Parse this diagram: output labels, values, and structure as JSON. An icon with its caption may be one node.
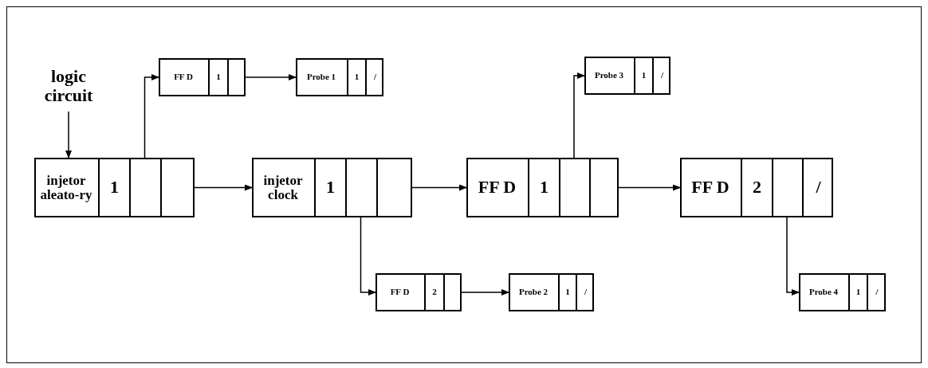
{
  "diagram": {
    "nodes": [
      {
        "text": [
          "logic circuit"
        ]
      },
      {
        "text": [],
        "shape": "box"
      },
      {
        "text": [
          "injetor aleato-ry"
        ],
        "in": 1
      },
      {
        "text": [
          "1"
        ],
        "in": 1
      },
      {
        "text": [],
        "shape": "box",
        "in": 1
      },
      {
        "text": [],
        "shape": "box",
        "in": 1
      },
      {
        "text": [],
        "shape": "box"
      },
      {
        "text": [
          "FF D"
        ],
        "in": 6
      },
      {
        "text": [
          "1"
        ],
        "in": 6
      },
      {
        "text": [],
        "shape": "box",
        "in": 6
      },
      {
        "text": [],
        "shape": "box"
      },
      {
        "text": [
          "Probe 1"
        ],
        "in": 10
      },
      {
        "text": [
          "1"
        ],
        "in": 10
      },
      {
        "text": [
          "/"
        ],
        "in": 10
      },
      {
        "text": [],
        "shape": "box"
      },
      {
        "text": [
          "injetor clock"
        ],
        "in": 14
      },
      {
        "text": [
          "1"
        ],
        "in": 14
      },
      {
        "text": [],
        "shape": "box",
        "in": 14
      },
      {
        "text": [],
        "shape": "box",
        "in": 14
      },
      {
        "text": [],
        "shape": "box"
      },
      {
        "text": [
          "FF D"
        ],
        "in": 19
      },
      {
        "text": [
          "2"
        ],
        "in": 19
      },
      {
        "text": [],
        "shape": "box",
        "in": 19
      },
      {
        "text": [],
        "shape": "box"
      },
      {
        "text": [
          "Probe 2"
        ],
        "in": 23
      },
      {
        "text": [
          "1"
        ],
        "in": 23
      },
      {
        "text": [
          "/"
        ],
        "in": 23
      },
      {
        "text": [],
        "shape": "box"
      },
      {
        "text": [
          "FF D"
        ],
        "in": 27
      },
      {
        "text": [
          "1"
        ],
        "in": 27
      },
      {
        "text": [],
        "shape": "box",
        "in": 27
      },
      {
        "text": [],
        "shape": "box",
        "in": 27
      },
      {
        "text": [],
        "shape": "box"
      },
      {
        "text": [
          "Probe 3"
        ],
        "in": 32
      },
      {
        "text": [
          "1"
        ],
        "in": 32
      },
      {
        "text": [
          "/"
        ],
        "in": 32
      },
      {
        "text": [],
        "shape": "box"
      },
      {
        "text": [
          "FF D"
        ],
        "in": 36
      },
      {
        "text": [
          "2"
        ],
        "in": 36
      },
      {
        "text": [],
        "shape": "box",
        "in": 36
      },
      {
        "text": [
          "/"
        ],
        "in": 36
      },
      {
        "text": [],
        "shape": "box"
      },
      {
        "text": [
          "Probe 4"
        ],
        "in": 41
      },
      {
        "text": [
          "1"
        ],
        "in": 41
      },
      {
        "text": [
          "/"
        ],
        "in": 41
      }
    ],
    "edges": [
      {
        "from": 0,
        "to": 2,
        "arrow": "to"
      },
      {
        "from": 4,
        "to": 6,
        "arrow": "to"
      },
      {
        "from": 5,
        "to": 14,
        "arrow": "to"
      },
      {
        "from": 9,
        "to": 10,
        "arrow": "to"
      },
      {
        "from": 17,
        "to": 19,
        "arrow": "to"
      },
      {
        "from": 22,
        "to": 23,
        "arrow": "to"
      },
      {
        "from": 18,
        "to": 27,
        "arrow": "to"
      },
      {
        "from": 30,
        "to": 32,
        "arrow": "to"
      },
      {
        "from": 31,
        "to": 36,
        "arrow": "to"
      },
      {
        "from": 39,
        "to": 41,
        "arrow": "to"
      }
    ]
  }
}
